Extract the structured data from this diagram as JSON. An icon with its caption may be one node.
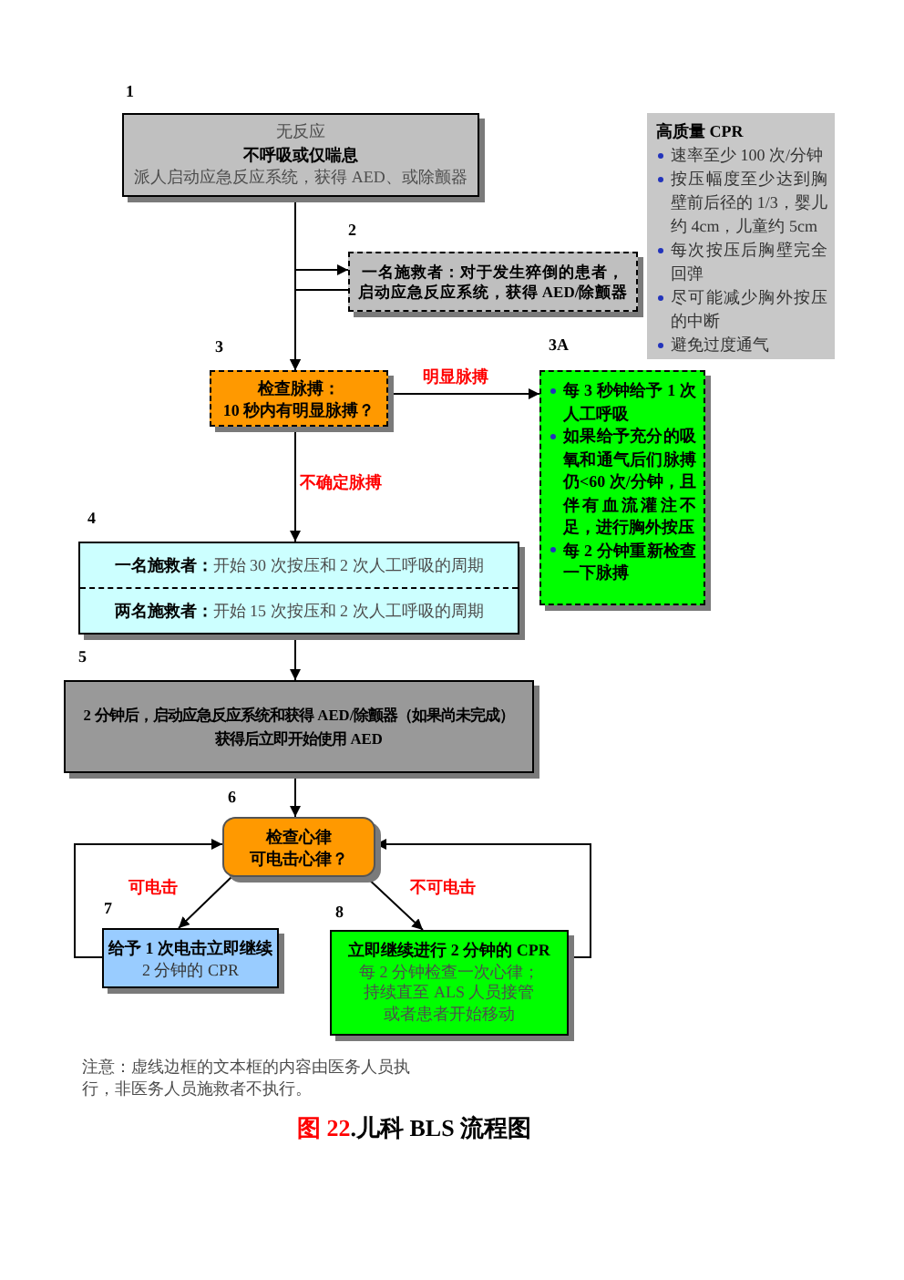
{
  "diagram": {
    "title": "图 22.儿科 BLS 流程图",
    "nodes": [
      {
        "text": [
          "无反应",
          "不呼吸或仅喘息",
          "派人启动应急反应系统，获得 AED、或除颤器"
        ],
        "beside": [
          "1"
        ]
      },
      {
        "text": [
          "高质量 CPR",
          "速率至少 100 次/分钟",
          "按压幅度至少达到胸壁前后径的 1/3，婴儿约 4cm，儿童约 5cm",
          "每次按压后胸壁完全回弹",
          "尽可能减少胸外按压的中断",
          "避免过度通气"
        ]
      },
      {
        "text": [
          "一名施救者：对于发生猝倒的患者，启动应急反应系统，获得 AED/除颤器"
        ],
        "beside": [
          "2"
        ]
      },
      {
        "text": [
          "检查脉搏：",
          "10 秒内有明显脉搏？"
        ],
        "beside": [
          "3"
        ]
      },
      {
        "text": [
          "每 3 秒钟给予 1 次人工呼吸",
          "如果给予充分的吸氧和通气后们脉搏仍<60 次/分钟，且伴有血流灌注不足，进行胸外按压",
          "每 2 分钟重新检查一下脉搏"
        ],
        "beside": [
          "3A"
        ]
      },
      {
        "text": [
          "**一名施救者：**开始 30 次按压和 2 次人工呼吸的周期",
          "**两名施救者：**开始 15 次按压和 2 次人工呼吸的周期"
        ],
        "beside": [
          "4"
        ]
      },
      {
        "text": [
          "2 分钟后，启动应急反应系统和获得 AED/除颤器（如果尚未完成）",
          "获得后立即开始使用 AED"
        ],
        "beside": [
          "5"
        ]
      },
      {
        "text": [
          "检查心律",
          "可电击心律？"
        ],
        "beside": [
          "6"
        ]
      },
      {
        "text": [
          "给予 1 次电击立即继续",
          "2 分钟的 CPR"
        ],
        "beside": [
          "7"
        ]
      },
      {
        "text": [
          "立即继续进行 2 分钟的 CPR",
          "每 2 分钟检查一次心律；持续直至 ALS 人员接管或者患者开始移动"
        ],
        "beside": [
          "8"
        ]
      }
    ],
    "edges": [
      {
        "from": 0,
        "to": 3,
        "arrow": "to"
      },
      {
        "from": 0,
        "to": 2,
        "arrow": "to"
      },
      {
        "from": 2,
        "to": 3,
        "arrow": "to"
      },
      {
        "from": 3,
        "to": 4,
        "arrow": "to",
        "label": "明显脉搏"
      },
      {
        "from": 3,
        "to": 5,
        "arrow": "to",
        "label": "不确定脉搏"
      },
      {
        "from": 5,
        "to": 6,
        "arrow": "to"
      },
      {
        "from": 6,
        "to": 7,
        "arrow": "to"
      },
      {
        "from": 7,
        "to": 8,
        "arrow": "to",
        "label": "可电击"
      },
      {
        "from": 7,
        "to": 9,
        "arrow": "to",
        "label": "不可电击"
      },
      {
        "from": 8,
        "to": 7,
        "arrow": "to"
      },
      {
        "from": 9,
        "to": 7,
        "arrow": "to"
      }
    ],
    "labels": [
      "注意：虚线边框的文本框的内容由医务人员执行，非医务人员施救者不执行。"
    ]
  }
}
